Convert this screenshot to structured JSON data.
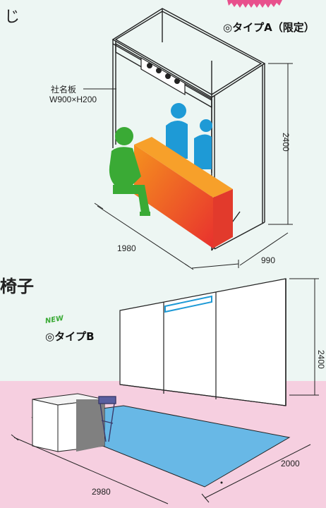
{
  "top_fragment": "じ",
  "side_fragment": "椅子",
  "type_a": {
    "label": "◎タイプA（限定）"
  },
  "nameplate": {
    "line1": "社名板",
    "line2": "W900×H200"
  },
  "booth_a": {
    "height": "2400",
    "width": "1980",
    "depth": "990"
  },
  "type_b": {
    "badge": "NEW",
    "label": "◎タイプB"
  },
  "booth_b": {
    "height": "2400",
    "width": "2980",
    "depth": "2000"
  },
  "colors": {
    "floor_blue": "#68b8e6",
    "counter_orange": "#f5921e",
    "counter_red": "#e8312e",
    "person_green": "#3aaa35",
    "person_blue": "#1e9ad6",
    "pink_bg": "#f6cfe0",
    "mint_bg": "#edf6f3",
    "burst_pink": "#e8508c"
  }
}
